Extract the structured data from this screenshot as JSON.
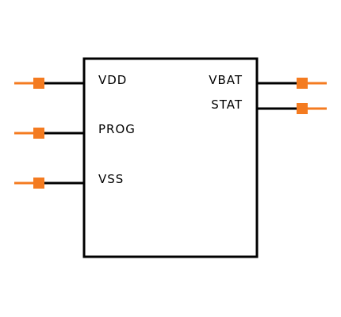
{
  "component": {
    "left_pins": [
      {
        "label": "VDD"
      },
      {
        "label": "PROG"
      },
      {
        "label": "VSS"
      }
    ],
    "right_pins": [
      {
        "label": "VBAT"
      },
      {
        "label": "STAT"
      }
    ]
  },
  "colors": {
    "body_stroke": "#000000",
    "pin_wire": "#000000",
    "pin_stub": "#f47b20",
    "pin_marker": "#f47b20",
    "background": "#ffffff"
  }
}
